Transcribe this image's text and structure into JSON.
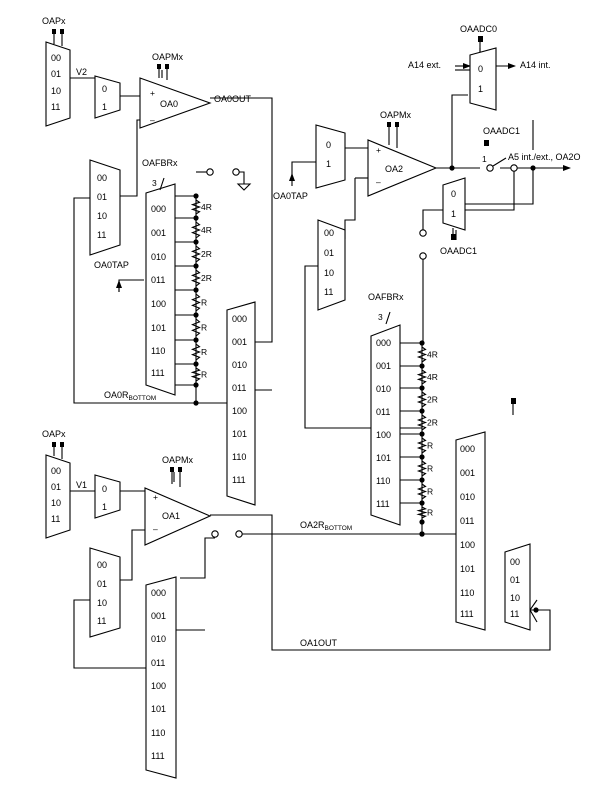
{
  "signals": {
    "oapx": "OAPx",
    "oapmx": "OAPMx",
    "oafbrx": "OAFBRx",
    "v1": "V1",
    "v2": "V2",
    "oa0tap": "OA0TAP",
    "oa0out": "OA0OUT",
    "oa1out": "OA1OUT",
    "oa0r": "OA0R",
    "oa2r": "OA2R",
    "bottom": "BOTTOM",
    "oaadc0": "OAADC0",
    "oaadc1": "OAADC1",
    "a14_ext": "A14 ext.",
    "a14_int": "A14 int.",
    "a5_out": "A5 int./ext., OA2O",
    "bus_width": "3"
  },
  "amps": {
    "oa0": "OA0",
    "oa1": "OA1",
    "oa2": "OA2",
    "plus": "+",
    "minus": "–"
  },
  "codes2": [
    "00",
    "01",
    "10",
    "11"
  ],
  "codes3": [
    "000",
    "001",
    "010",
    "011",
    "100",
    "101",
    "110",
    "111"
  ],
  "bits": [
    "0",
    "1"
  ],
  "ladder": [
    "4R",
    "4R",
    "2R",
    "2R",
    "R",
    "R",
    "R",
    "R"
  ]
}
